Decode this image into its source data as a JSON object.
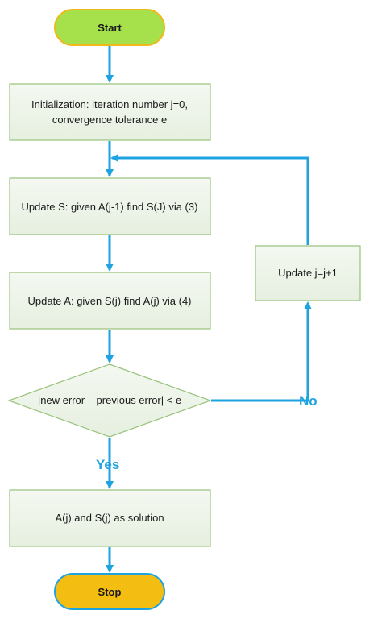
{
  "colors": {
    "arrow": "#1fa3e0",
    "start_fill": "#a6e04a",
    "start_border": "#f0b81c",
    "stop_fill": "#f3bd12",
    "stop_border": "#1fa3e0",
    "box_fill": "#eef4ea",
    "box_border": "#98c27a",
    "label": "#1fa3e0"
  },
  "nodes": {
    "start": "Start",
    "init_line1": "Initialization: iteration number j=0,",
    "init_line2": "convergence tolerance e",
    "update_s": "Update S: given A(j-1) find S(J) via (3)",
    "update_a": "Update A: given S(j) find A(j) via (4)",
    "decision": "|new error – previous error| < e",
    "update_j": "Update j=j+1",
    "solution": "A(j) and S(j) as solution",
    "stop": "Stop"
  },
  "edge_labels": {
    "no": "No",
    "yes": "Yes"
  }
}
